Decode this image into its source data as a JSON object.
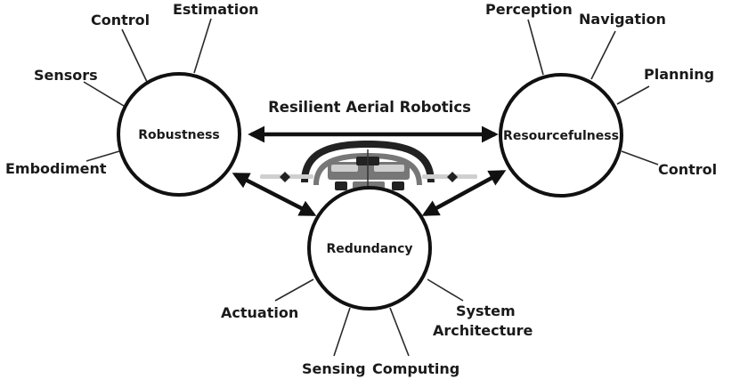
{
  "title": "Resilient Aerial Robotics",
  "nodes": {
    "robustness": {
      "label": "Robustness",
      "aspects": [
        "Control",
        "Estimation",
        "Sensors",
        "Embodiment"
      ]
    },
    "resourcefulness": {
      "label": "Resourcefulness",
      "aspects": [
        "Perception",
        "Navigation",
        "Planning",
        "Control"
      ]
    },
    "redundancy": {
      "label": "Redundancy",
      "aspects": [
        "Actuation",
        "Sensing",
        "Computing",
        "System",
        "Architecture"
      ]
    }
  }
}
